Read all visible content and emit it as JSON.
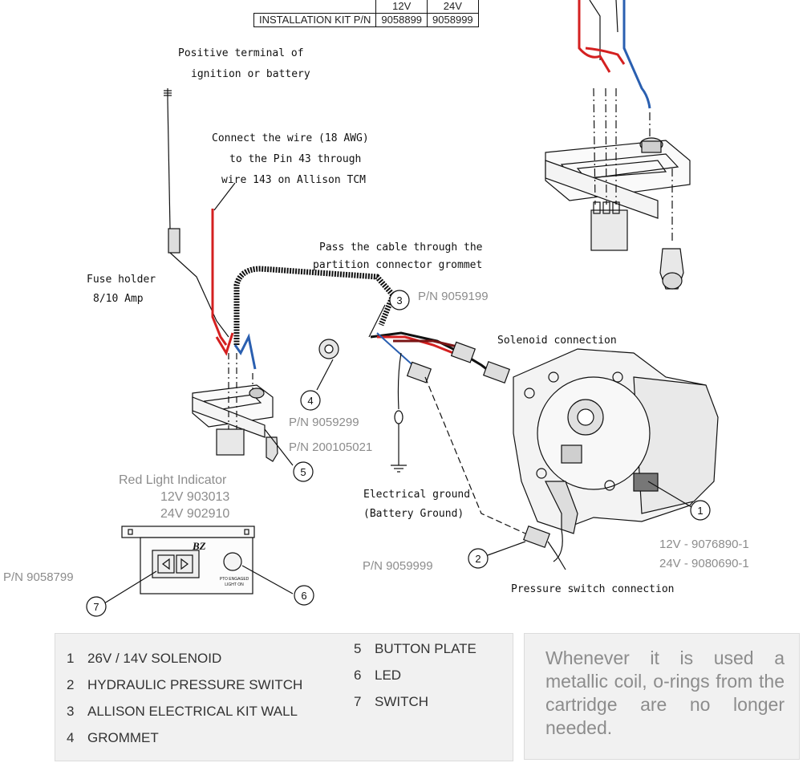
{
  "kit_table": {
    "headers": [
      "12V",
      "24V"
    ],
    "label": "INSTALLATION KIT P/N",
    "values": [
      "9058899",
      "9058999"
    ]
  },
  "labels": {
    "positive_l1": "Positive terminal of",
    "positive_l2": "ignition or battery",
    "connect_l1": "Connect the wire (18 AWG)",
    "connect_l2": "to the Pin 43 through",
    "connect_l3": "wire 143 on Allison TCM",
    "pass_l1": "Pass the cable through the",
    "pass_l2": "partition connector grommet",
    "fuse_l1": "Fuse holder",
    "fuse_l2": "8/10 Amp",
    "solenoid_conn": "Solenoid connection",
    "ground_l1": "Electrical ground",
    "ground_l2": "(Battery Ground)",
    "pressure_conn": "Pressure switch connection"
  },
  "part_numbers": {
    "pn_cable": "P/N 9059199",
    "pn_grommet": "P/N 9059299",
    "pn_plate": "P/N 200105021",
    "red_light_title": "Red Light Indicator",
    "red_light_12v": "12V 903013",
    "red_light_24v": "24V 902910",
    "pn_switch": "P/N 9058799",
    "pn_pressure": "P/N 9059999",
    "pump_12v": "12V - 9076890-1",
    "pump_24v": "24V - 9080690-1"
  },
  "callouts": [
    "1",
    "2",
    "3",
    "4",
    "5",
    "6",
    "7"
  ],
  "plate": {
    "logo": "BZ",
    "led_text_l1": "PTO ENGAGED",
    "led_text_l2": "LIGHT ON"
  },
  "legend": {
    "left": [
      {
        "num": "1",
        "text": "26V / 14V SOLENOID"
      },
      {
        "num": "2",
        "text": "HYDRAULIC PRESSURE SWITCH"
      },
      {
        "num": "3",
        "text": "ALLISON ELECTRICAL KIT WALL"
      },
      {
        "num": "4",
        "text": "GROMMET"
      }
    ],
    "right": [
      {
        "num": "5",
        "text": "BUTTON PLATE"
      },
      {
        "num": "6",
        "text": "LED"
      },
      {
        "num": "7",
        "text": "SWITCH"
      }
    ]
  },
  "note": "Whenever it is used a metallic coil, o-rings from the cartridge are no longer needed.",
  "colors": {
    "red_wire": "#d42020",
    "blue_wire": "#2a5fb0",
    "dark_red_wire": "#7a1515",
    "line": "#111111",
    "gray_text": "#8c8c8c",
    "panel_bg": "#f1f1f1"
  }
}
